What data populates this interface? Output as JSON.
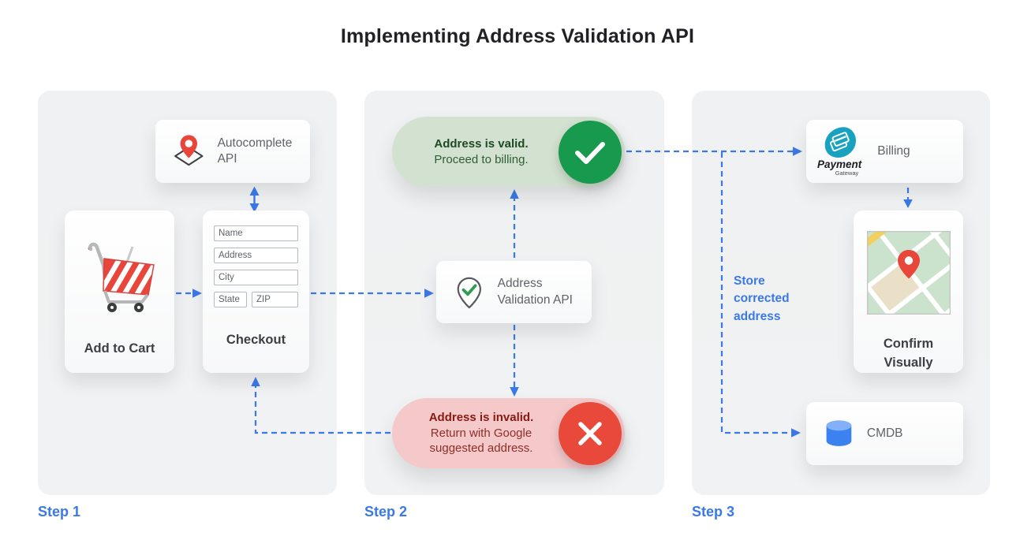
{
  "title": "Implementing Address Validation API",
  "colors": {
    "accent_blue": "#3b78e8",
    "valid_green": "#17994e",
    "valid_pill_bg": "#d3e2d0",
    "invalid_red": "#e8493a",
    "invalid_pill_bg": "#f5c9ca",
    "pin_red": "#e8463a",
    "payment_teal": "#18a2c0",
    "cmdb_blue": "#3b82f0",
    "panel_gray": "#f0f1f2"
  },
  "icons": {
    "shopping_cart": "red striped cart",
    "autocomplete_pin": "red map pin over diamond map outline",
    "validation_pin": "outlined pin with green check",
    "check_circle": "green circle white check",
    "x_circle": "red circle white x",
    "payment_gateway_logo": "teal pebble with credit cards",
    "map_thumbnail": "street map with red pin",
    "database_cylinder": "blue database cylinder"
  },
  "step1": {
    "label": "Step 1",
    "autocomplete_api": {
      "label": "Autocomplete API"
    },
    "add_to_cart": {
      "label": "Add to Cart"
    },
    "checkout": {
      "label": "Checkout",
      "fields": [
        "Name",
        "Address",
        "City",
        "State",
        "ZIP"
      ]
    }
  },
  "step2": {
    "label": "Step 2",
    "valid": {
      "title": "Address is valid.",
      "subtitle": "Proceed to billing."
    },
    "validation_api": {
      "label": "Address Validation API"
    },
    "invalid": {
      "title": "Address is invalid.",
      "subtitle": "Return with Google suggested address."
    }
  },
  "step3": {
    "label": "Step 3",
    "billing": {
      "label": "Billing",
      "logo_primary": "Payment",
      "logo_secondary": "Gateway"
    },
    "confirm_visually": {
      "label": "Confirm Visually"
    },
    "cmdb": {
      "label": "CMDB"
    },
    "store_note": "Store corrected address"
  }
}
